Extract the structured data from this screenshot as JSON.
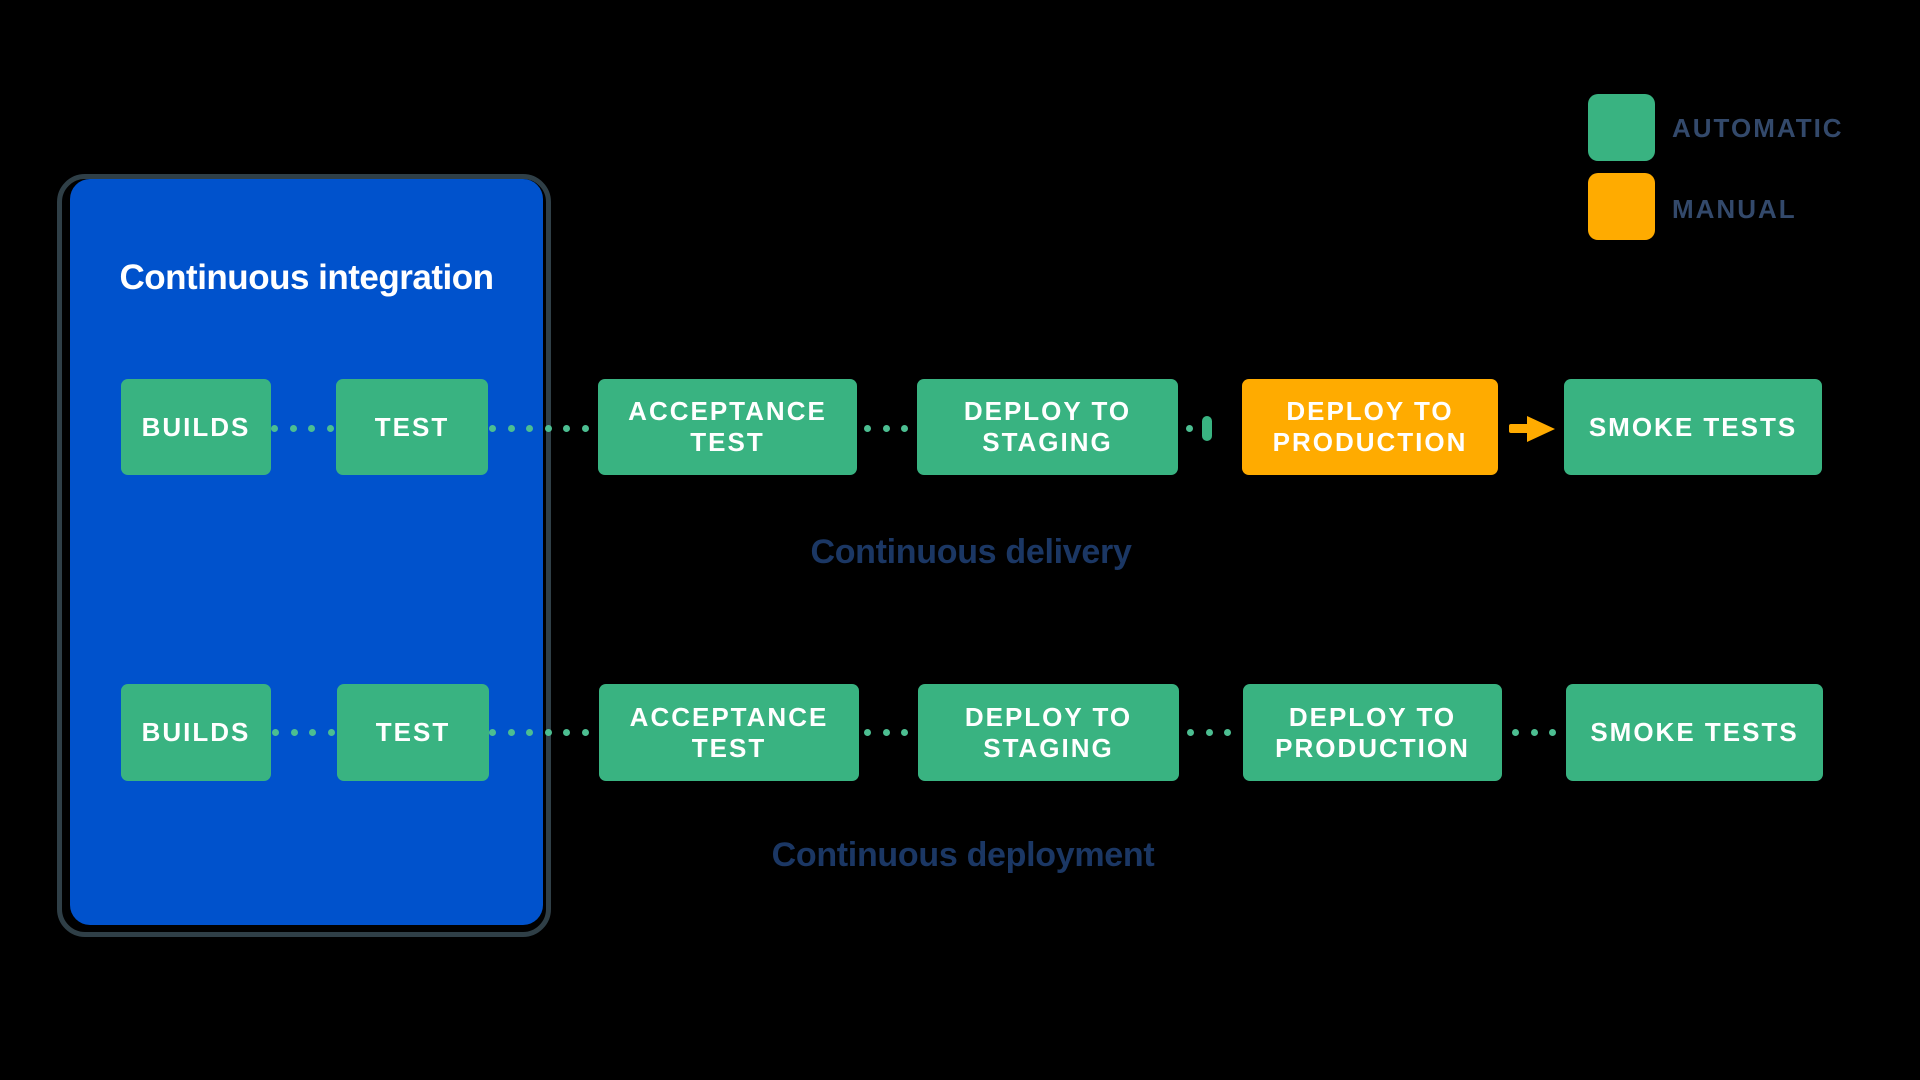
{
  "background": "#000000",
  "colors": {
    "automatic_green": "#39B381",
    "manual_orange": "#FFAB00",
    "ci_blue": "#0052CC",
    "ci_outline_dark": "#2F3F47",
    "heading_navy": "#1B3764",
    "legend_text_slate": "#33496B",
    "dot_green": "#4CBE91",
    "node_label_white": "#FFFFFF"
  },
  "legend": {
    "items": [
      {
        "label": "AUTOMATIC",
        "color": "#39B381"
      },
      {
        "label": "MANUAL",
        "color": "#FFAB00"
      }
    ]
  },
  "ci_container": {
    "title": "Continuous integration"
  },
  "rows": [
    {
      "caption": "Continuous delivery",
      "boxes": [
        {
          "lines": [
            "BUILDS"
          ],
          "type": "automatic"
        },
        {
          "lines": [
            "TEST"
          ],
          "type": "automatic"
        },
        {
          "lines": [
            "ACCEPTANCE",
            "TEST"
          ],
          "type": "automatic"
        },
        {
          "lines": [
            "DEPLOY TO",
            "STAGING"
          ],
          "type": "automatic"
        },
        {
          "lines": [
            "DEPLOY TO",
            "PRODUCTION"
          ],
          "type": "manual"
        },
        {
          "lines": [
            "SMOKE TESTS"
          ],
          "type": "automatic"
        }
      ],
      "connectors": [
        "dots-4",
        "dots-6",
        "dots-3",
        "dot-1-pause-bar",
        "manual-arrow"
      ]
    },
    {
      "caption": "Continuous deployment",
      "boxes": [
        {
          "lines": [
            "BUILDS"
          ],
          "type": "automatic"
        },
        {
          "lines": [
            "TEST"
          ],
          "type": "automatic"
        },
        {
          "lines": [
            "ACCEPTANCE",
            "TEST"
          ],
          "type": "automatic"
        },
        {
          "lines": [
            "DEPLOY TO",
            "STAGING"
          ],
          "type": "automatic"
        },
        {
          "lines": [
            "DEPLOY TO",
            "PRODUCTION"
          ],
          "type": "automatic"
        },
        {
          "lines": [
            "SMOKE TESTS"
          ],
          "type": "automatic"
        }
      ],
      "connectors": [
        "dots-4",
        "dots-6",
        "dots-3",
        "dots-3",
        "dots-3"
      ]
    }
  ]
}
